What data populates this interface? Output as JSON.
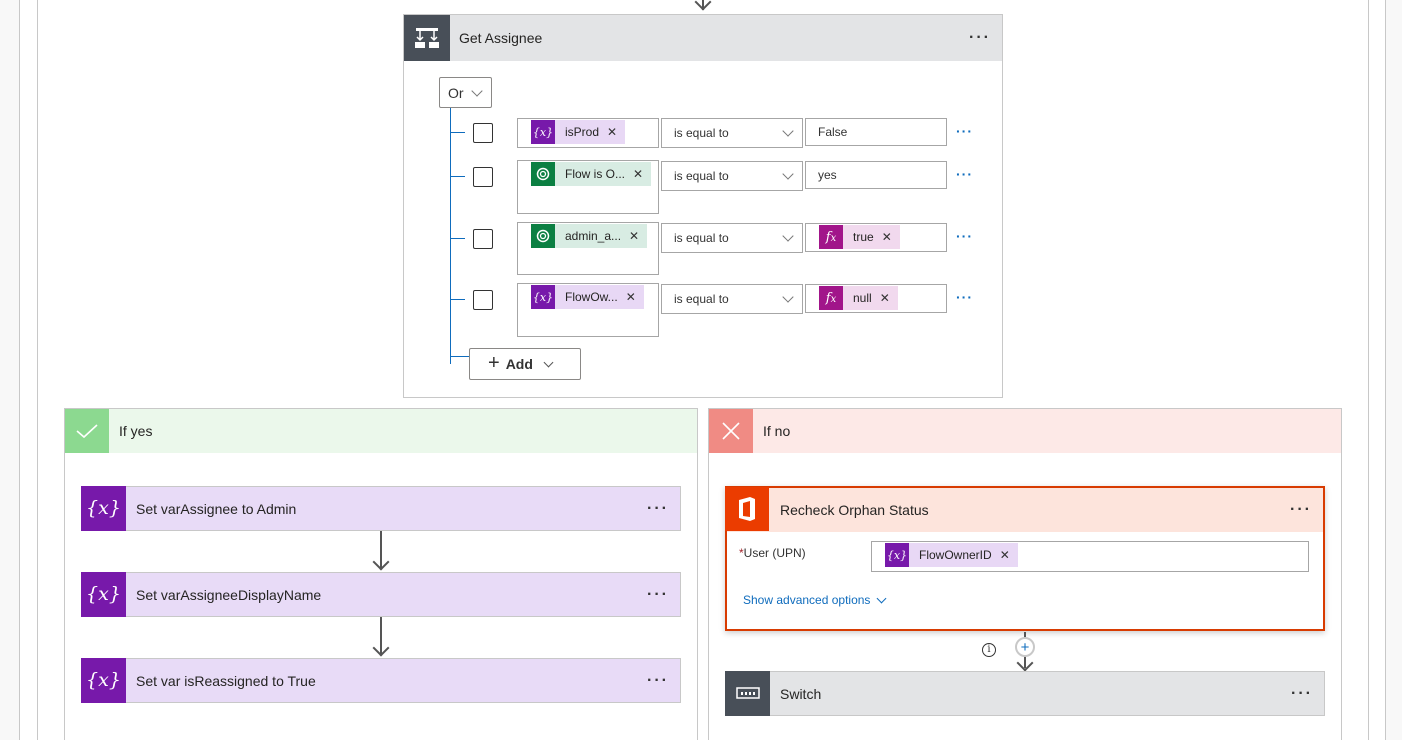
{
  "condition": {
    "title": "Get Assignee",
    "icon": "condition-icon",
    "more": "···",
    "group_operator": "Or",
    "rows": [
      {
        "left_token": {
          "label": "isProd",
          "kind": "variable",
          "icon": "{x}",
          "icon_color": "#7719aa",
          "bg": "#e8d8f5"
        },
        "operator": "is equal to",
        "right_value": "False",
        "right_token": null
      },
      {
        "left_token": {
          "label": "Flow is O...",
          "kind": "dataverse",
          "icon": "dataverse-icon",
          "icon_color": "#0b7f42",
          "bg": "#d8ece3"
        },
        "operator": "is equal to",
        "right_value": "yes",
        "right_token": null
      },
      {
        "left_token": {
          "label": "admin_a...",
          "kind": "dataverse",
          "icon": "dataverse-icon",
          "icon_color": "#0b7f42",
          "bg": "#d8ece3"
        },
        "operator": "is equal to",
        "right_value": "",
        "right_token": {
          "label": "true",
          "kind": "expression",
          "icon": "fx",
          "icon_color": "#a1158a",
          "bg": "#f1d9ee"
        }
      },
      {
        "left_token": {
          "label": "FlowOw...",
          "kind": "variable",
          "icon": "{x}",
          "icon_color": "#7719aa",
          "bg": "#e8d8f5"
        },
        "operator": "is equal to",
        "right_value": "",
        "right_token": {
          "label": "null",
          "kind": "expression",
          "icon": "fx",
          "icon_color": "#a1158a",
          "bg": "#f1d9ee"
        }
      }
    ],
    "row_more": "···",
    "add_label": "Add"
  },
  "branches": {
    "yes": {
      "title": "If yes",
      "icon_bg": "#8cd990",
      "header_bg": "#ebf8eb",
      "actions": [
        {
          "title": "Set varAssignee to Admin",
          "icon": "{x}",
          "more": "···"
        },
        {
          "title": "Set varAssigneeDisplayName",
          "icon": "{x}",
          "more": "···"
        },
        {
          "title": "Set var isReassigned to True",
          "icon": "{x}",
          "more": "···"
        }
      ]
    },
    "no": {
      "title": "If no",
      "icon_bg": "#f08b84",
      "header_bg": "#fde9e7",
      "recheck": {
        "title": "Recheck Orphan Status",
        "more": "···",
        "field_required": "*",
        "field_label": "User (UPN)",
        "field_token": {
          "label": "FlowOwnerID",
          "icon": "{x}"
        },
        "advanced_label": "Show advanced options"
      },
      "info_glyph": "i",
      "plus_glyph": "+",
      "switch": {
        "title": "Switch",
        "more": "···"
      }
    }
  },
  "colors": {
    "variable_purple": "#7719aa",
    "action_bg": "#e8dbf7",
    "office_orange": "#eb3c00",
    "recheck_header_bg": "#fde4dc",
    "switch_icon_bg": "#484f58",
    "switch_bg": "#e3e4e6",
    "condition_header_bg": "#e3e4e6",
    "link_blue": "#0f6cbd"
  }
}
